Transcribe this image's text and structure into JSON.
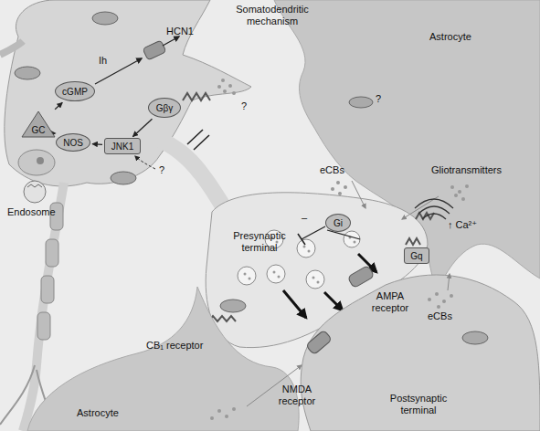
{
  "diagram": {
    "nodes": [
      {
        "text": [
          "cGMP"
        ]
      },
      {
        "text": [
          "GC"
        ]
      },
      {
        "text": [
          "NOS"
        ]
      },
      {
        "text": [
          "JNK1"
        ]
      },
      {
        "text": [
          "Gβγ"
        ]
      },
      {
        "text": [
          "Gi"
        ]
      },
      {
        "text": [
          "Gq"
        ]
      }
    ],
    "edges": [
      {
        "from": 2,
        "to": 1,
        "arrow": "to"
      },
      {
        "from": 1,
        "to": 0,
        "arrow": "to"
      },
      {
        "from": 3,
        "to": 2,
        "arrow": "to"
      },
      {
        "from": 4,
        "to": 3,
        "arrow": "to"
      }
    ],
    "labels": [
      "HCN1",
      "Ih",
      "?",
      "Somatodendritic mechanism",
      "Astrocyte",
      "?",
      "eCBs",
      "Gliotransmitters",
      "↑ Ca²⁺",
      "?",
      "Endosome",
      "Presynaptic terminal",
      "–",
      "CB₁ receptor",
      "AMPA receptor",
      "eCBs",
      "NMDA receptor",
      "Postsynaptic terminal",
      "Astrocyte"
    ]
  }
}
